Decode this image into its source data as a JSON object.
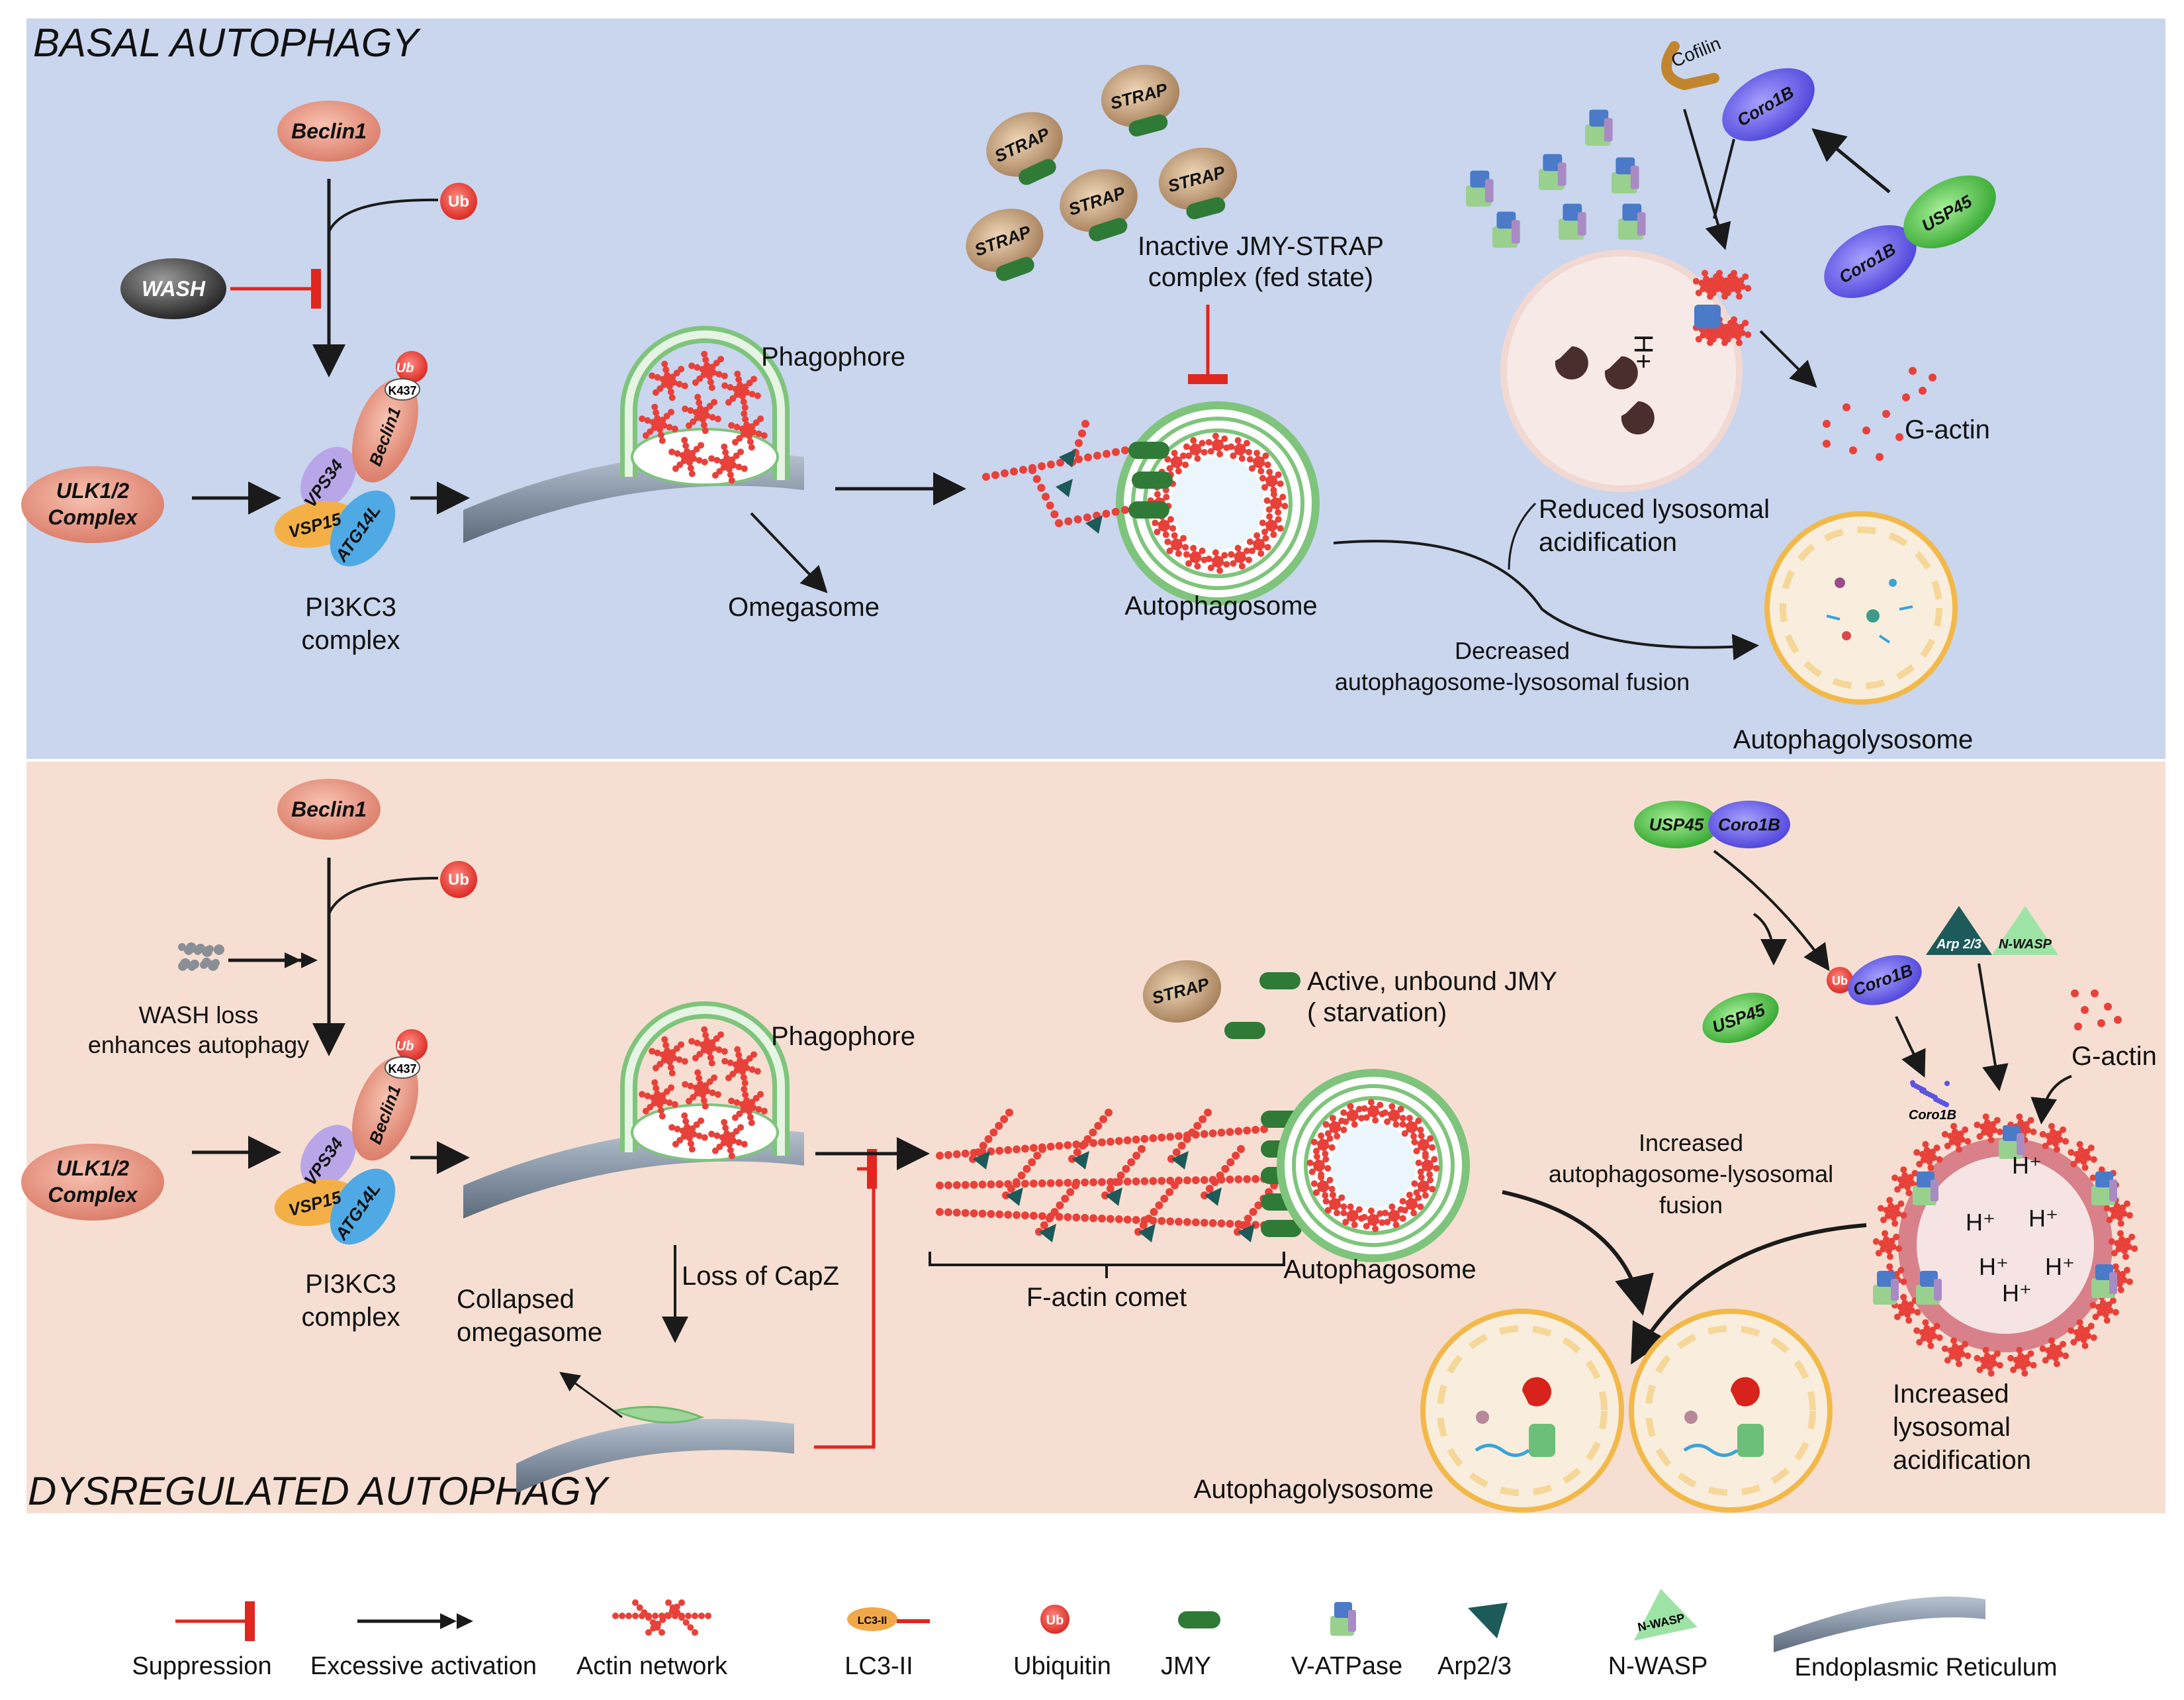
{
  "top": {
    "title": "BASAL AUTOPHAGY",
    "beclin1": "Beclin1",
    "ub": "Ub",
    "wash": "WASH",
    "ulk": [
      "ULK1/2",
      "Complex"
    ],
    "k437": "K437",
    "vps34": "VPS34",
    "vsp15": "VSP15",
    "atg14l": "ATG14L",
    "beclin_complex": "Beclin1",
    "pi3kc3": [
      "PI3KC3",
      "complex"
    ],
    "phagophore": "Phagophore",
    "omegasome": "Omegasome",
    "strap": "STRAP",
    "inactive": [
      "Inactive JMY-STRAP",
      "complex (fed state)"
    ],
    "autophagosome": "Autophagosome",
    "cofilin": "Cofilin",
    "coro1b": "Coro1B",
    "usp45": "USP45",
    "h_plus": "H+",
    "g_actin": "G-actin",
    "reduced": [
      "Reduced lysosomal",
      "acidification"
    ],
    "decreased": [
      "Decreased",
      "autophagosome-lysosomal fusion"
    ],
    "autophagolysosome": "Autophagolysosome"
  },
  "bottom": {
    "title": "DYSREGULATED AUTOPHAGY",
    "beclin1": "Beclin1",
    "ub": "Ub",
    "wash_loss": [
      "WASH loss",
      "enhances autophagy"
    ],
    "ulk": [
      "ULK1/2",
      "Complex"
    ],
    "pi3kc3": [
      "PI3KC3",
      "complex"
    ],
    "phagophore": "Phagophore",
    "loss_capz": "Loss of CapZ",
    "collapsed": [
      "Collapsed",
      "omegasome"
    ],
    "strap": "STRAP",
    "active_jmy": [
      "Active, unbound JMY",
      "( starvation)"
    ],
    "fact_comet": "F-actin comet",
    "autophagosome": "Autophagosome",
    "usp45": "USP45",
    "coro1b": "Coro1B",
    "arp23": "Arp 2/3",
    "nwasp": "N-WASP",
    "g_actin": "G-actin",
    "increased_fusion": [
      "Increased",
      "autophagosome-lysosomal",
      "fusion"
    ],
    "increased_acid": [
      "Increased",
      "lysosomal",
      "acidification"
    ],
    "autophagolysosome": "Autophagolysosome",
    "h_plus": "H⁺"
  },
  "legend": {
    "items": [
      "Suppression",
      "Excessive activation",
      "Actin network",
      "LC3-II",
      "Ubiquitin",
      "JMY",
      "V-ATPase",
      "Arp2/3",
      "N-WASP",
      "Endoplasmic Reticulum"
    ],
    "lc3_tag": "LC3-II",
    "ub_tag": "Ub",
    "nwasp_tag": "N-WASP"
  },
  "colors": {
    "top_bg": "#c9d6ee",
    "bottom_bg": "#f6dfd2",
    "suppression": "#e0261f",
    "actin": "#e8413a",
    "jmy": "#2f7a36",
    "membrane": "#7fc47c",
    "lysosome": "#f2b94a",
    "coro1b": "#6a5ef0",
    "usp45": "#4cc43e",
    "arp": "#1d5a5a"
  }
}
